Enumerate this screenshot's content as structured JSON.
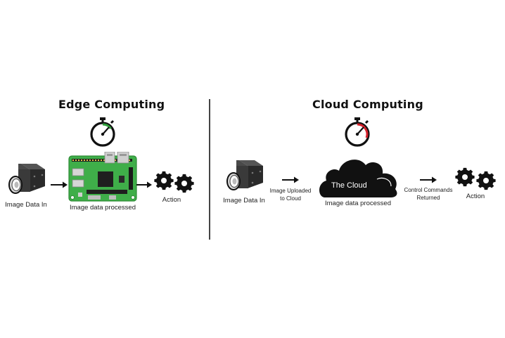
{
  "edge": {
    "title": "Edge Computing",
    "camera_label": "Image Data In",
    "board_label": "Image data processed",
    "action_label": "Action",
    "timer_color": "#2e9e3a"
  },
  "cloud": {
    "title": "Cloud Computing",
    "camera_label": "Image Data In",
    "upload_label_1": "Image Uploaded",
    "upload_label_2": "to Cloud",
    "cloud_text": "The Cloud",
    "cloud_caption": "Image data processed",
    "return_label_1": "Control Commands",
    "return_label_2": "Returned",
    "action_label": "Action",
    "timer_color": "#d4202a"
  },
  "colors": {
    "board_green": "#3fae49",
    "ink": "#111111"
  },
  "icons": [
    "stopwatch-icon",
    "camera-icon",
    "arrow-icon",
    "raspberry-pi-board-icon",
    "gears-icon",
    "cloud-icon"
  ]
}
